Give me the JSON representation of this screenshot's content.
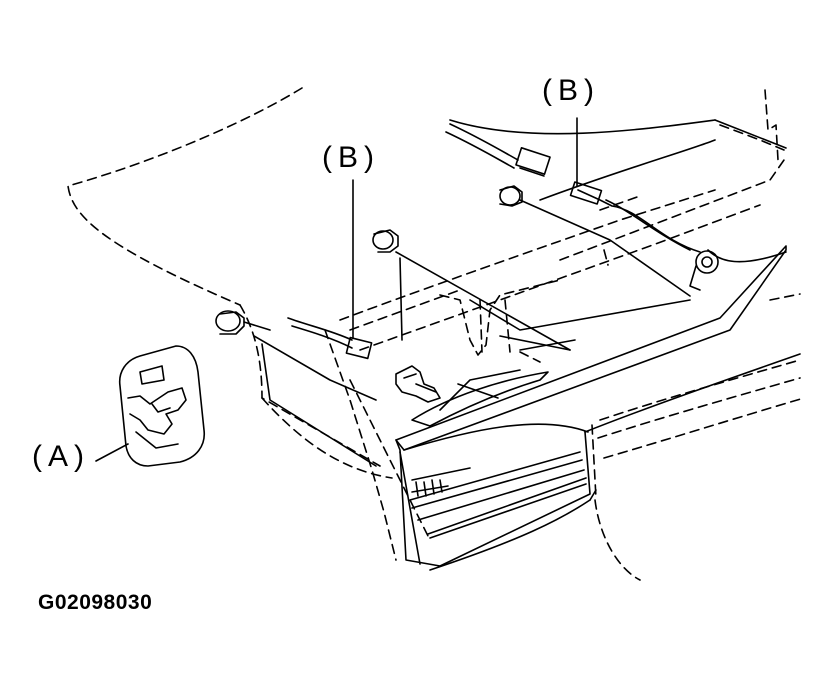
{
  "callouts": {
    "a": "(A)",
    "b_left": "(B)",
    "b_right": "(B)"
  },
  "figure_code": "G02098030"
}
